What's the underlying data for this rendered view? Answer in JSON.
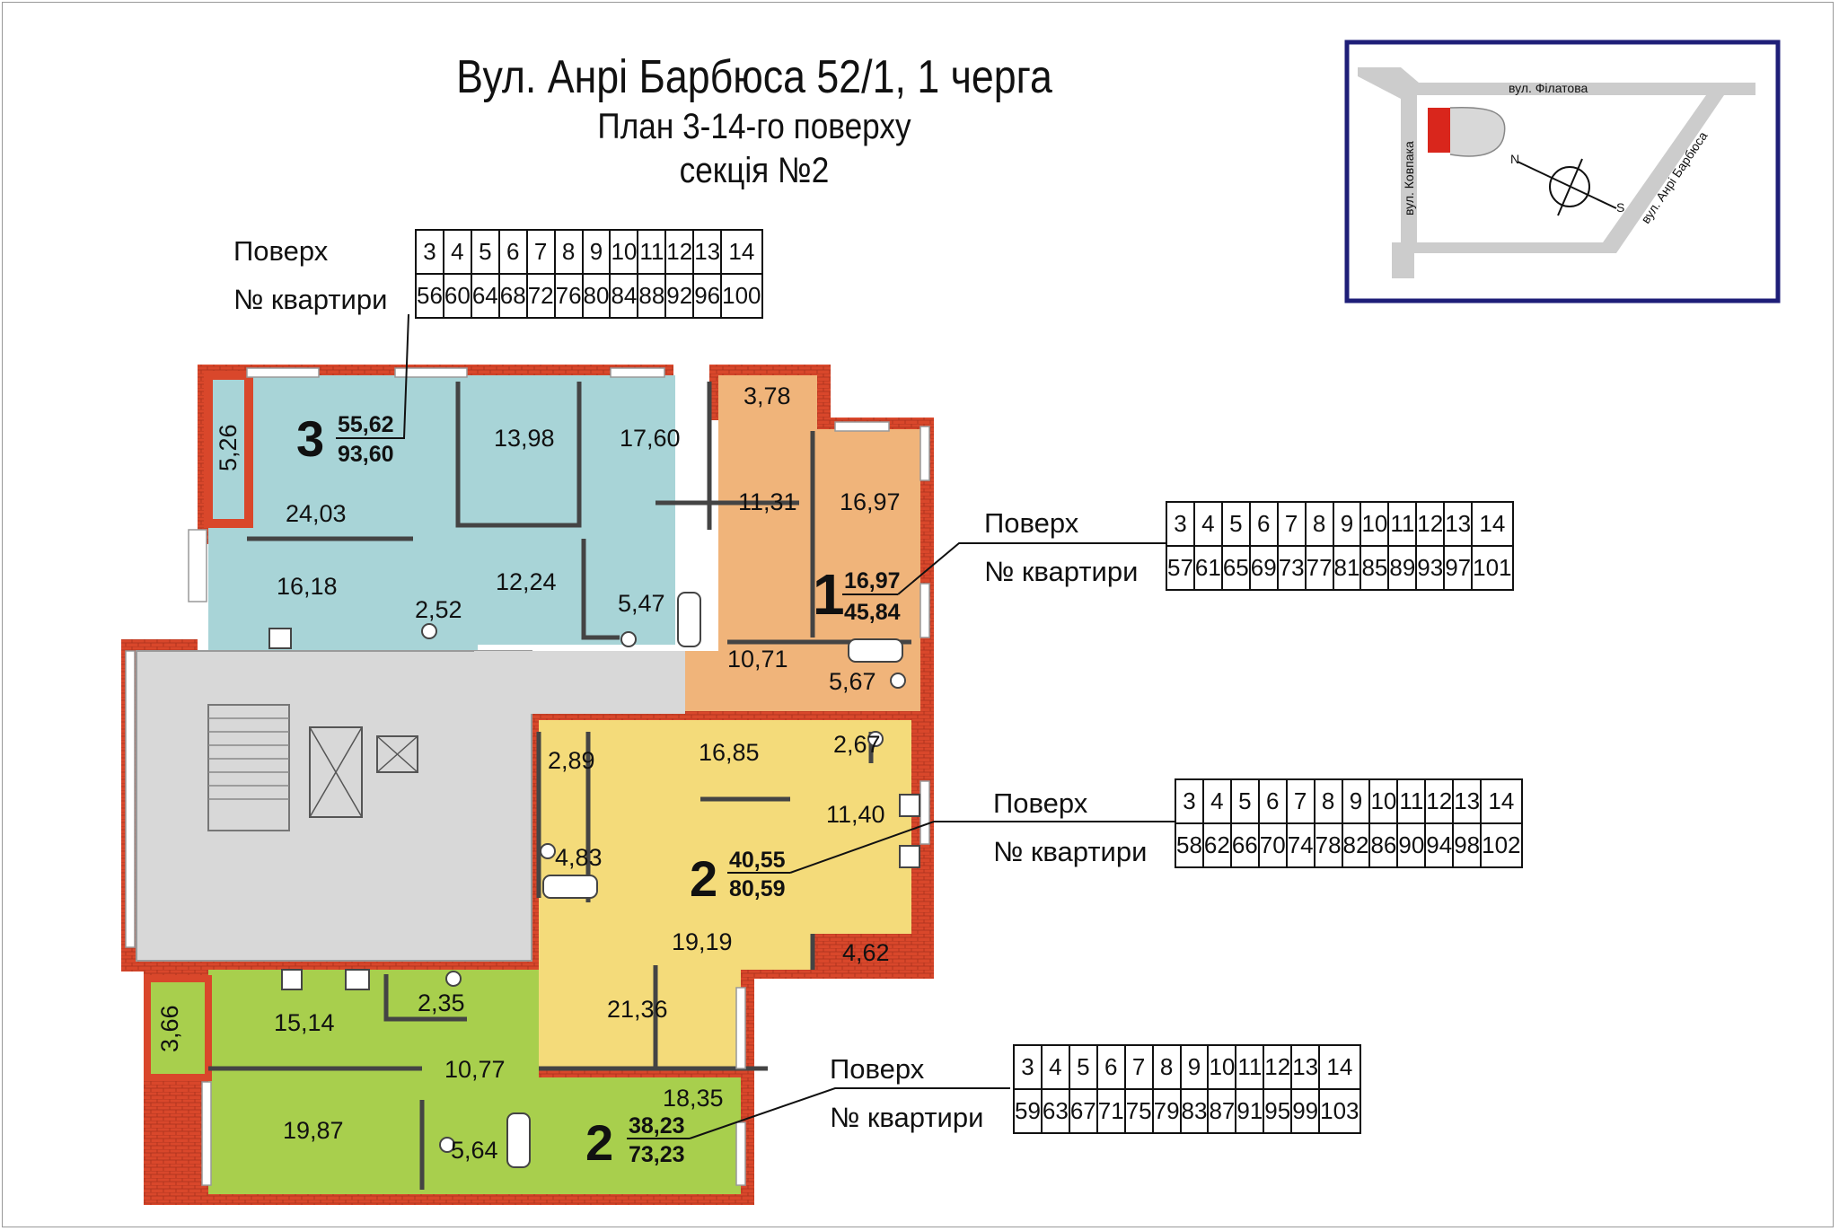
{
  "title": {
    "line1": "Вул. Анрі Барбюса 52/1, 1 черга",
    "line2": "План 3-14-го поверху",
    "line3": "секція №2"
  },
  "floor_row_label": "Поверх",
  "apt_row_label": "№ квартири",
  "floors": [
    "3",
    "4",
    "5",
    "6",
    "7",
    "8",
    "9",
    "10",
    "11",
    "12",
    "13",
    "14"
  ],
  "tables": [
    {
      "id": "apt-3-room",
      "apartments": [
        "56",
        "60",
        "64",
        "68",
        "72",
        "76",
        "80",
        "84",
        "88",
        "92",
        "96",
        "100"
      ]
    },
    {
      "id": "apt-1-room",
      "apartments": [
        "57",
        "61",
        "65",
        "69",
        "73",
        "77",
        "81",
        "85",
        "89",
        "93",
        "97",
        "101"
      ]
    },
    {
      "id": "apt-2-room-a",
      "apartments": [
        "58",
        "62",
        "66",
        "70",
        "74",
        "78",
        "82",
        "86",
        "90",
        "94",
        "98",
        "102"
      ]
    },
    {
      "id": "apt-2-room-b",
      "apartments": [
        "59",
        "63",
        "67",
        "71",
        "75",
        "79",
        "83",
        "87",
        "91",
        "95",
        "99",
        "103"
      ]
    }
  ],
  "apartments": {
    "a3": {
      "rooms": "3",
      "living": "55,62",
      "total": "93,60"
    },
    "a1": {
      "rooms": "1",
      "living": "16,97",
      "total": "45,84"
    },
    "a2a": {
      "rooms": "2",
      "living": "40,55",
      "total": "80,59"
    },
    "a2b": {
      "rooms": "2",
      "living": "38,23",
      "total": "73,23"
    }
  },
  "room_areas": {
    "r526": "5,26",
    "r1398": "13,98",
    "r1760": "17,60",
    "r2403": "24,03",
    "r1618": "16,18",
    "r1224": "12,24",
    "r252": "2,52",
    "r547": "5,47",
    "r378": "3,78",
    "r1131": "11,31",
    "r1697": "16,97",
    "r1071": "10,71",
    "r567": "5,67",
    "r289": "2,89",
    "r1685": "16,85",
    "r267": "2,67",
    "r1140": "11,40",
    "r483": "4,83",
    "r1919": "19,19",
    "r462": "4,62",
    "r2136": "21,36",
    "r366": "3,66",
    "r1514": "15,14",
    "r235": "2,35",
    "r1077": "10,77",
    "r1987": "19,87",
    "r564": "5,64",
    "r1835": "18,35"
  },
  "map": {
    "street_top": "вул. Філатова",
    "street_left": "вул. Ковпака",
    "street_diag": "вул. Анрі Барбюса",
    "north": "N",
    "south": "S",
    "highlight_color": "#d9261c",
    "frame_color": "#1e1e78"
  },
  "colors": {
    "brick": "#d9472b",
    "apt3": "#a8d4d7",
    "apt1": "#f0b47a",
    "apt2a": "#f4db7a",
    "apt2b": "#a8cf4d",
    "core": "#d8d8d8"
  }
}
